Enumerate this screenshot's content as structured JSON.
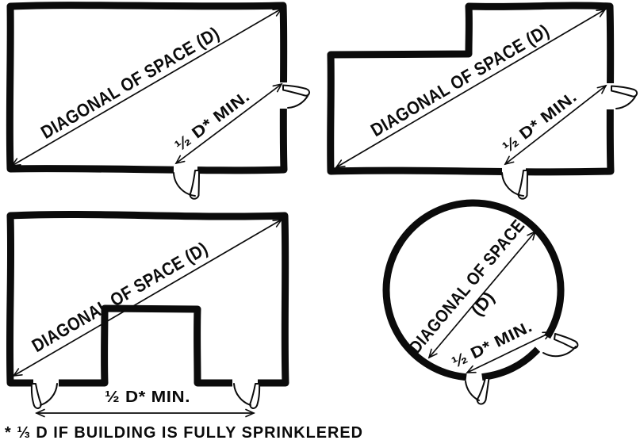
{
  "colors": {
    "ink": "#0b0b0b",
    "paper": "#ffffff"
  },
  "diagrams": {
    "rectangle": {
      "diagonal_label": "DIAGONAL OF SPACE (D)",
      "separation_label": "½ D* MIN."
    },
    "l_shape": {
      "diagonal_label": "DIAGONAL OF SPACE (D)",
      "separation_label": "½ D* MIN."
    },
    "u_shape": {
      "diagonal_label": "DIAGONAL OF SPACE (D)",
      "separation_label": "½ D* MIN."
    },
    "circle": {
      "diagonal_label_line1": "DIAGONAL OF SPACE",
      "diagonal_label_line2": "(D)",
      "separation_label": "½ D* MIN."
    }
  },
  "footnote": "* ⅓ D IF BUILDING IS FULLY SPRINKLERED"
}
